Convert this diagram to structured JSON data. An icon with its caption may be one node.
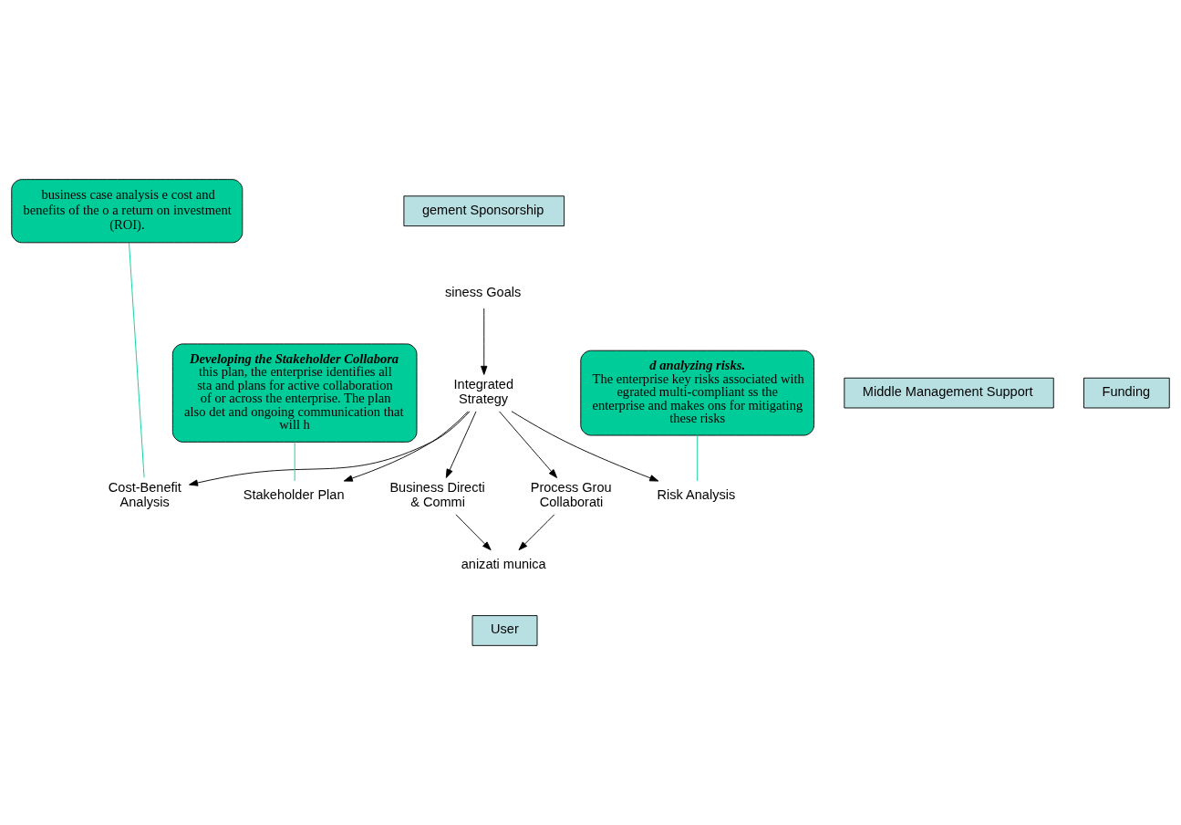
{
  "diagram": {
    "nodes": [
      {
        "text": [
          "business case analysis e cost and benefits of the o a return on investment (ROI)."
        ]
      },
      {
        "text": [
          "gement Sponsorship"
        ]
      },
      {
        "text": [
          "Middle Management Support"
        ]
      },
      {
        "text": [
          "Funding"
        ]
      },
      {
        "text": [
          "User"
        ]
      },
      {
        "text": [
          "siness Goals"
        ]
      },
      {
        "text": [
          "Integrated Strategy"
        ]
      },
      {
        "text": [
          "Cost-Benefit Analysis"
        ]
      },
      {
        "text": [
          "Stakeholder Plan"
        ]
      },
      {
        "text": [
          "Risk Analysis"
        ]
      },
      {
        "text": [
          "Business Directi & Commi"
        ]
      },
      {
        "text": [
          "Process Grou Collaborati"
        ]
      },
      {
        "text": [
          "anizati munica"
        ]
      },
      {
        "text": [
          "d analyzing risks.",
          "The enterprise key risks associated with egrated multi-compliant ss the enterprise and makes ons for mitigating these risks"
        ]
      },
      {
        "text": [
          "Developing the Stakeholder Collabora",
          "this plan, the enterprise identifies all sta and plans for active collaboration of or across the enterprise. The plan also det and ongoing communication that will h"
        ]
      }
    ],
    "edges": [
      {
        "from": 5,
        "to": 6,
        "arrow": "to"
      },
      {
        "from": 6,
        "to": 7,
        "arrow": "to"
      },
      {
        "from": 6,
        "to": 10,
        "arrow": "to"
      },
      {
        "from": 6,
        "to": 11,
        "arrow": "to"
      },
      {
        "from": 6,
        "to": 9,
        "arrow": "to"
      },
      {
        "from": 6,
        "to": 8,
        "arrow": "to"
      },
      {
        "from": 10,
        "to": 12,
        "arrow": "to"
      },
      {
        "from": 11,
        "to": 12,
        "arrow": "to"
      },
      {
        "from": 0,
        "to": 7,
        "arrow": "none",
        "color": "#00cc99"
      },
      {
        "from": 13,
        "to": 9,
        "arrow": "none",
        "color": "#00cc99"
      },
      {
        "from": 14,
        "to": 8,
        "arrow": "none",
        "color": "#00cc99"
      }
    ]
  }
}
